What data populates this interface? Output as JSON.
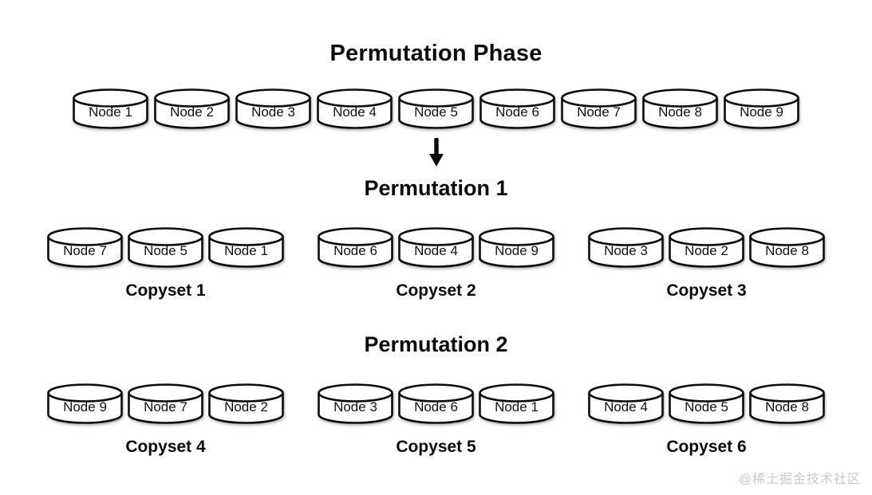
{
  "page": {
    "watermark": "@稀土掘金技术社区"
  },
  "colors": {
    "background": "#ffffff",
    "ink": "#0d0d0d",
    "cylinder_fill": "#ffffff",
    "watermark_gray": "#c9c9c9"
  },
  "diagram": {
    "title": "Permutation Phase",
    "permutation_phase_nodes": [
      "Node 1",
      "Node 2",
      "Node 3",
      "Node 4",
      "Node 5",
      "Node 6",
      "Node 7",
      "Node 8",
      "Node 9"
    ],
    "arrow_icon": "↓",
    "permutations": [
      {
        "title": "Permutation 1",
        "copysets": [
          {
            "label": "Copyset 1",
            "nodes": [
              "Node 7",
              "Node 5",
              "Node 1"
            ]
          },
          {
            "label": "Copyset 2",
            "nodes": [
              "Node 6",
              "Node 4",
              "Node 9"
            ]
          },
          {
            "label": "Copyset 3",
            "nodes": [
              "Node 3",
              "Node 2",
              "Node 8"
            ]
          }
        ]
      },
      {
        "title": "Permutation 2",
        "copysets": [
          {
            "label": "Copyset 4",
            "nodes": [
              "Node 9",
              "Node 7",
              "Node 2"
            ]
          },
          {
            "label": "Copyset 5",
            "nodes": [
              "Node 3",
              "Node 6",
              "Node 1"
            ]
          },
          {
            "label": "Copyset 6",
            "nodes": [
              "Node 4",
              "Node 5",
              "Node 8"
            ]
          }
        ]
      }
    ]
  }
}
